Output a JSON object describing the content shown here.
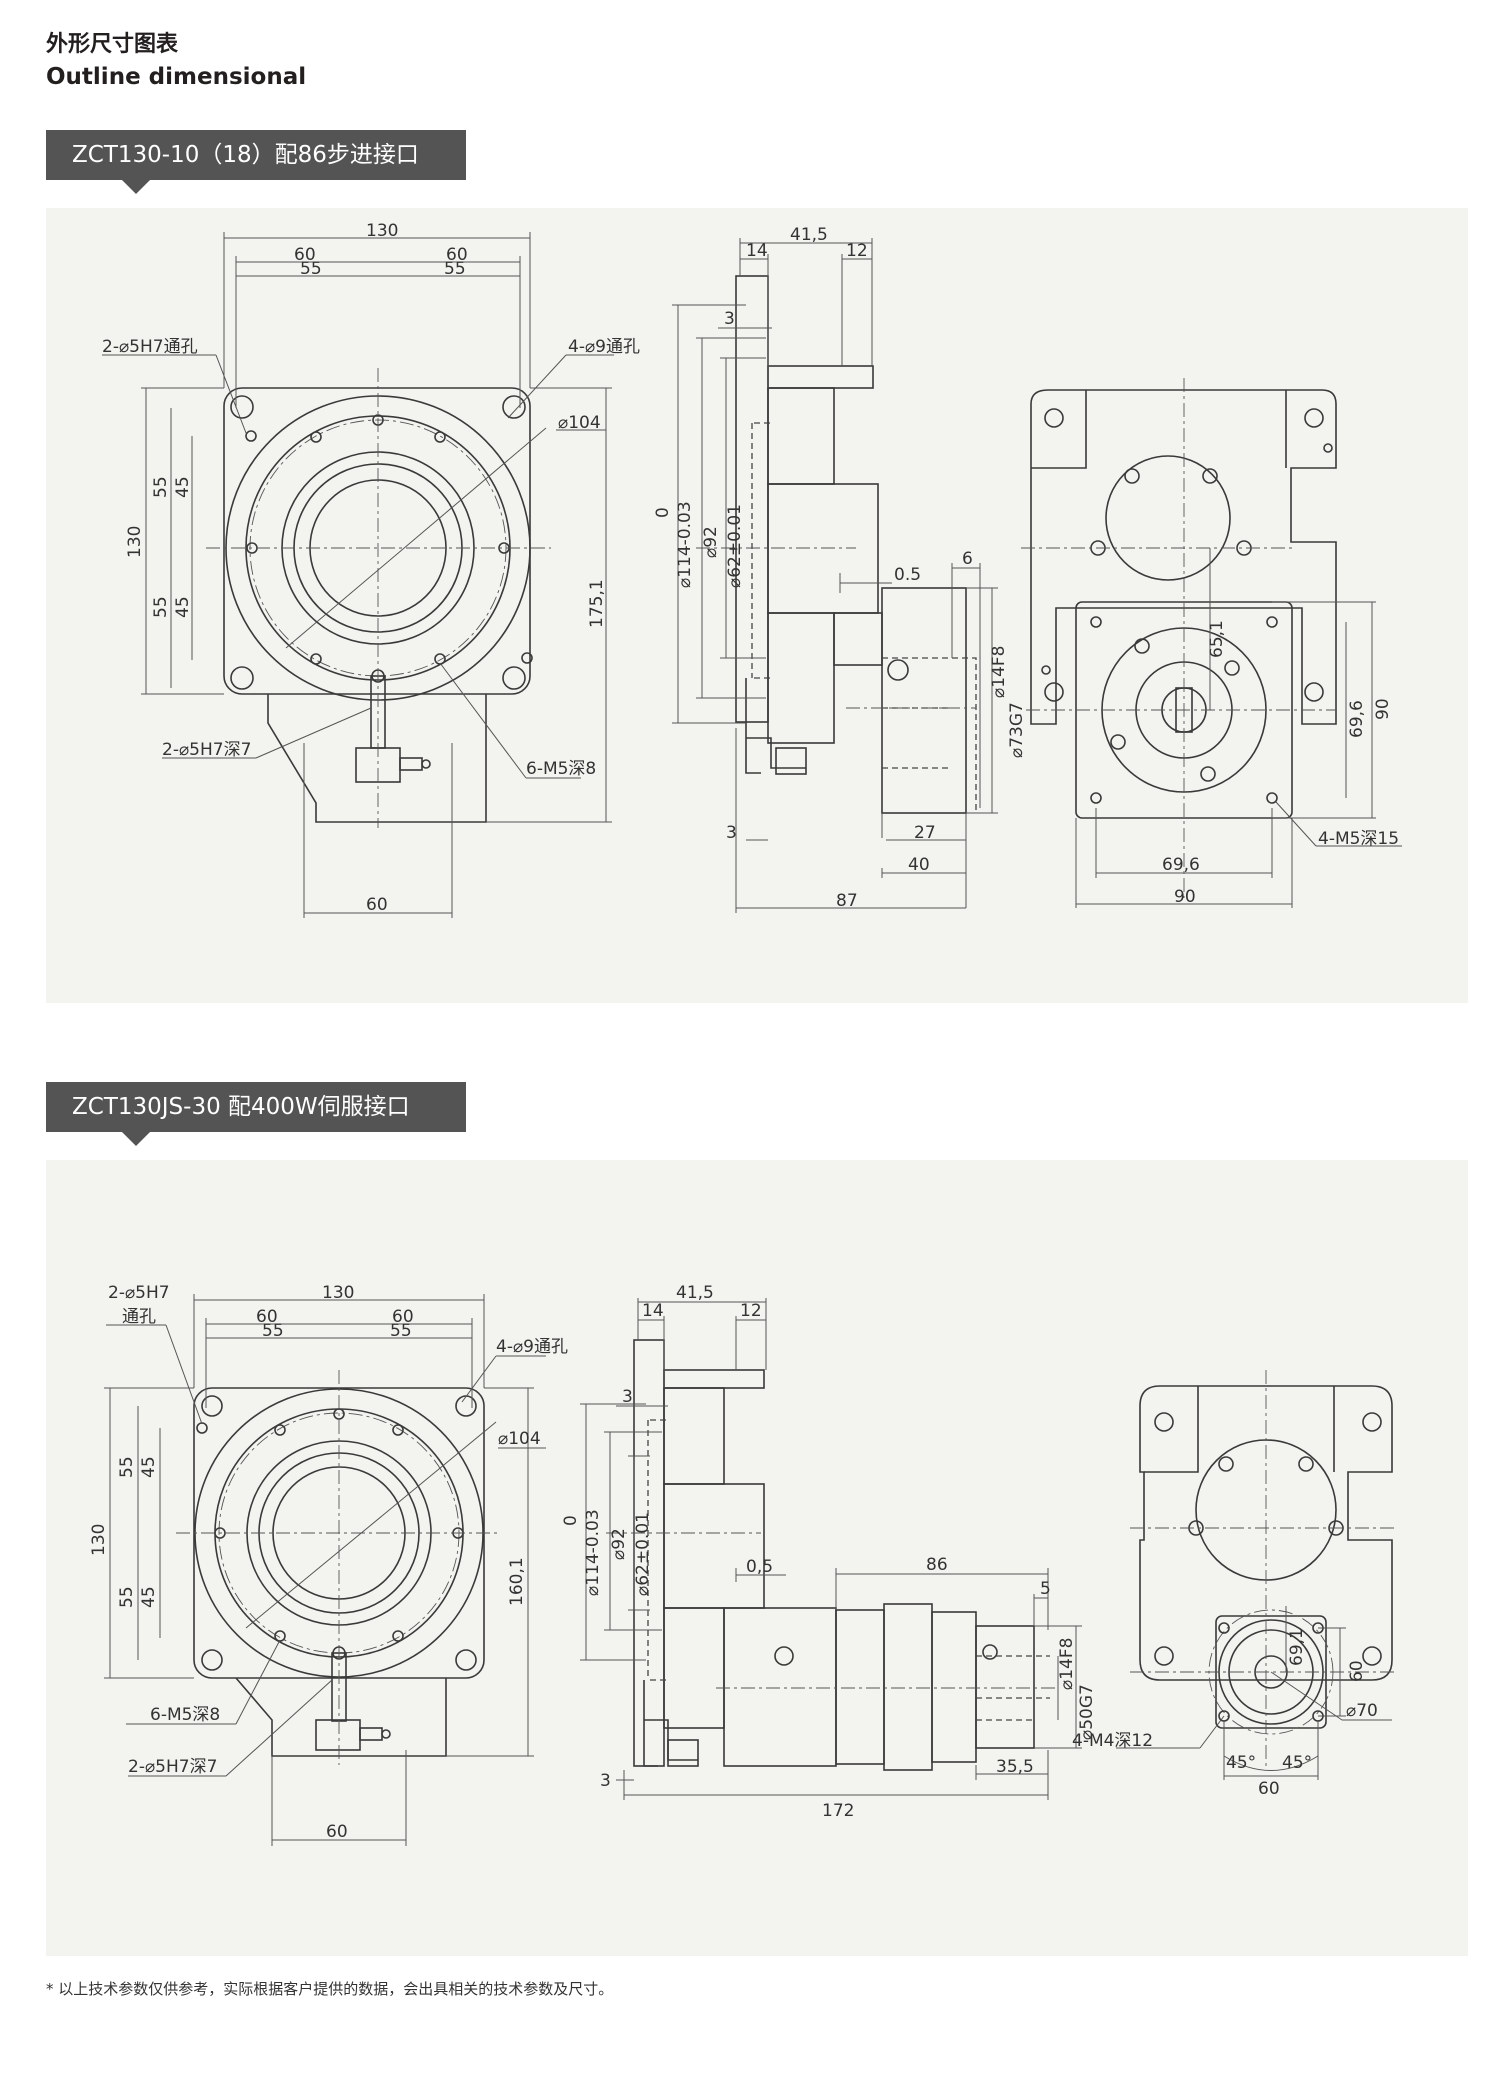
{
  "header": {
    "title_cn": "外形尺寸图表",
    "title_en": "Outline dimensional"
  },
  "section1": {
    "tag": "ZCT130-10（18）配86步进接口",
    "front": {
      "top_total": "130",
      "top_left": "60",
      "top_right": "60",
      "inner_left": "55",
      "inner_right": "55",
      "hole_label": "2-⌀5H7通孔",
      "hole4_label": "4-⌀9通孔",
      "dia_label": "⌀104",
      "left_height": "130",
      "left_55a": "55",
      "left_45a": "45",
      "left_55b": "55",
      "left_45b": "45",
      "right_height": "175,1",
      "pin_label": "2-⌀5H7深7",
      "thread_label": "6-M5深8",
      "bottom_width": "60"
    },
    "side": {
      "top_total": "41,5",
      "top_left": "14",
      "top_right": "12",
      "step": "3",
      "gap": "0.5",
      "d114": "⌀114-0.03",
      "d114_zero": "0",
      "d92": "⌀92",
      "d62": "⌀62±0.01",
      "key": "6",
      "d14": "⌀14F8",
      "d73": "⌀73G7",
      "bot_3": "3",
      "bot_27": "27",
      "bot_40": "40",
      "bot_87": "87"
    },
    "rear": {
      "h65": "65,1",
      "h69": "69,6",
      "h90": "90",
      "m5": "4-M5深15",
      "w69": "69,6",
      "w90": "90"
    }
  },
  "section2": {
    "tag": "ZCT130JS-30 配400W伺服接口",
    "front": {
      "hole_label_a": "2-⌀5H7",
      "hole_label_b": "通孔",
      "top_total": "130",
      "top_left": "60",
      "top_right": "60",
      "inner_left": "55",
      "inner_right": "55",
      "hole4_label": "4-⌀9通孔",
      "dia_label": "⌀104",
      "left_height": "130",
      "left_55a": "55",
      "left_45a": "45",
      "left_55b": "55",
      "left_45b": "45",
      "right_height": "160,1",
      "thread_label": "6-M5深8",
      "pin_label": "2-⌀5H7深7",
      "bottom_width": "60"
    },
    "side": {
      "top_total": "41,5",
      "top_left": "14",
      "top_right": "12",
      "step": "3",
      "gap": "0,5",
      "d114": "⌀114-0.03",
      "d114_zero": "0",
      "d92": "⌀92",
      "d62": "⌀62±0.01",
      "len86": "86",
      "key": "5",
      "d14": "⌀14F8",
      "d50": "⌀50G7",
      "bot_3": "3",
      "bot_172": "172",
      "bot_35": "35,5"
    },
    "rear": {
      "h69": "69,1",
      "d70": "⌀70",
      "h60": "60",
      "m4": "4-M4深12",
      "ang1": "45°",
      "ang2": "45°",
      "w60": "60"
    }
  },
  "footnote": "*  以上技术参数仅供参考，实际根据客户提供的数据，会出具相关的技术参数及尺寸。"
}
